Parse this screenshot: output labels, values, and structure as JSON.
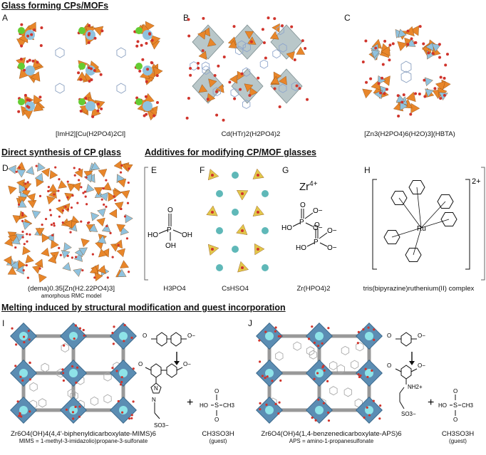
{
  "sections": {
    "glass": "Glass forming CPs/MOFs",
    "direct": "Direct synthesis of CP glass",
    "additives": "Additives for modifying CP/MOF glasses",
    "melting": "Melting induced by structural modification and guest incorporation"
  },
  "panels": {
    "A": {
      "letter": "A",
      "caption": "[ImH2][Cu(H2PO4)2Cl]"
    },
    "B": {
      "letter": "B",
      "caption": "Cd(HTr)2(H2PO4)2"
    },
    "C": {
      "letter": "C",
      "caption": "[Zn3(H2PO4)6(H2O)3](HBTA)"
    },
    "D": {
      "letter": "D",
      "caption": "(dema)0.35[Zn(H2.22PO4)3]",
      "note": "amorphous RMC model"
    },
    "E": {
      "letter": "E",
      "caption": "H3PO4"
    },
    "F": {
      "letter": "F",
      "caption": "CsHSO4"
    },
    "G": {
      "letter": "G",
      "caption": "Zr(HPO4)2"
    },
    "H": {
      "letter": "H",
      "caption": "tris(bipyrazine)ruthenium(II) complex",
      "charge": "2+"
    },
    "I": {
      "letter": "I",
      "caption": "Zr6O4(OH)4(4,4'-biphenyldicarboxylate-MIMS)6",
      "note": "MIMS = 1-methyl-3-imidazolio)propane-3-sulfonate",
      "guest": "CH3SO3H",
      "guest_note": "(guest)"
    },
    "J": {
      "letter": "J",
      "caption": "Zr6O4(OH)4(1,4-benzenedicarboxylate-APS)6",
      "note": "APS = amino-1-propanesulfonate",
      "guest": "CH3SO3H",
      "guest_note": "(guest)"
    }
  },
  "chem": {
    "zr": "Zr",
    "zr_charge": "4+",
    "ru": "Ru",
    "n": "N",
    "plus": "+",
    "ho": "HO",
    "oh": "OH",
    "o": "O",
    "p": "P",
    "s": "S",
    "ch3": "CH3",
    "o_minus": "O−",
    "nh2plus": "NH2+",
    "so3": "SO3−"
  },
  "colors": {
    "orange": "#e8862a",
    "blue": "#8fc2de",
    "red": "#d0342c",
    "green": "#66cc33",
    "gray": "#9aa4ae",
    "yellow": "#e2c64a",
    "teal": "#5fb8b8"
  }
}
